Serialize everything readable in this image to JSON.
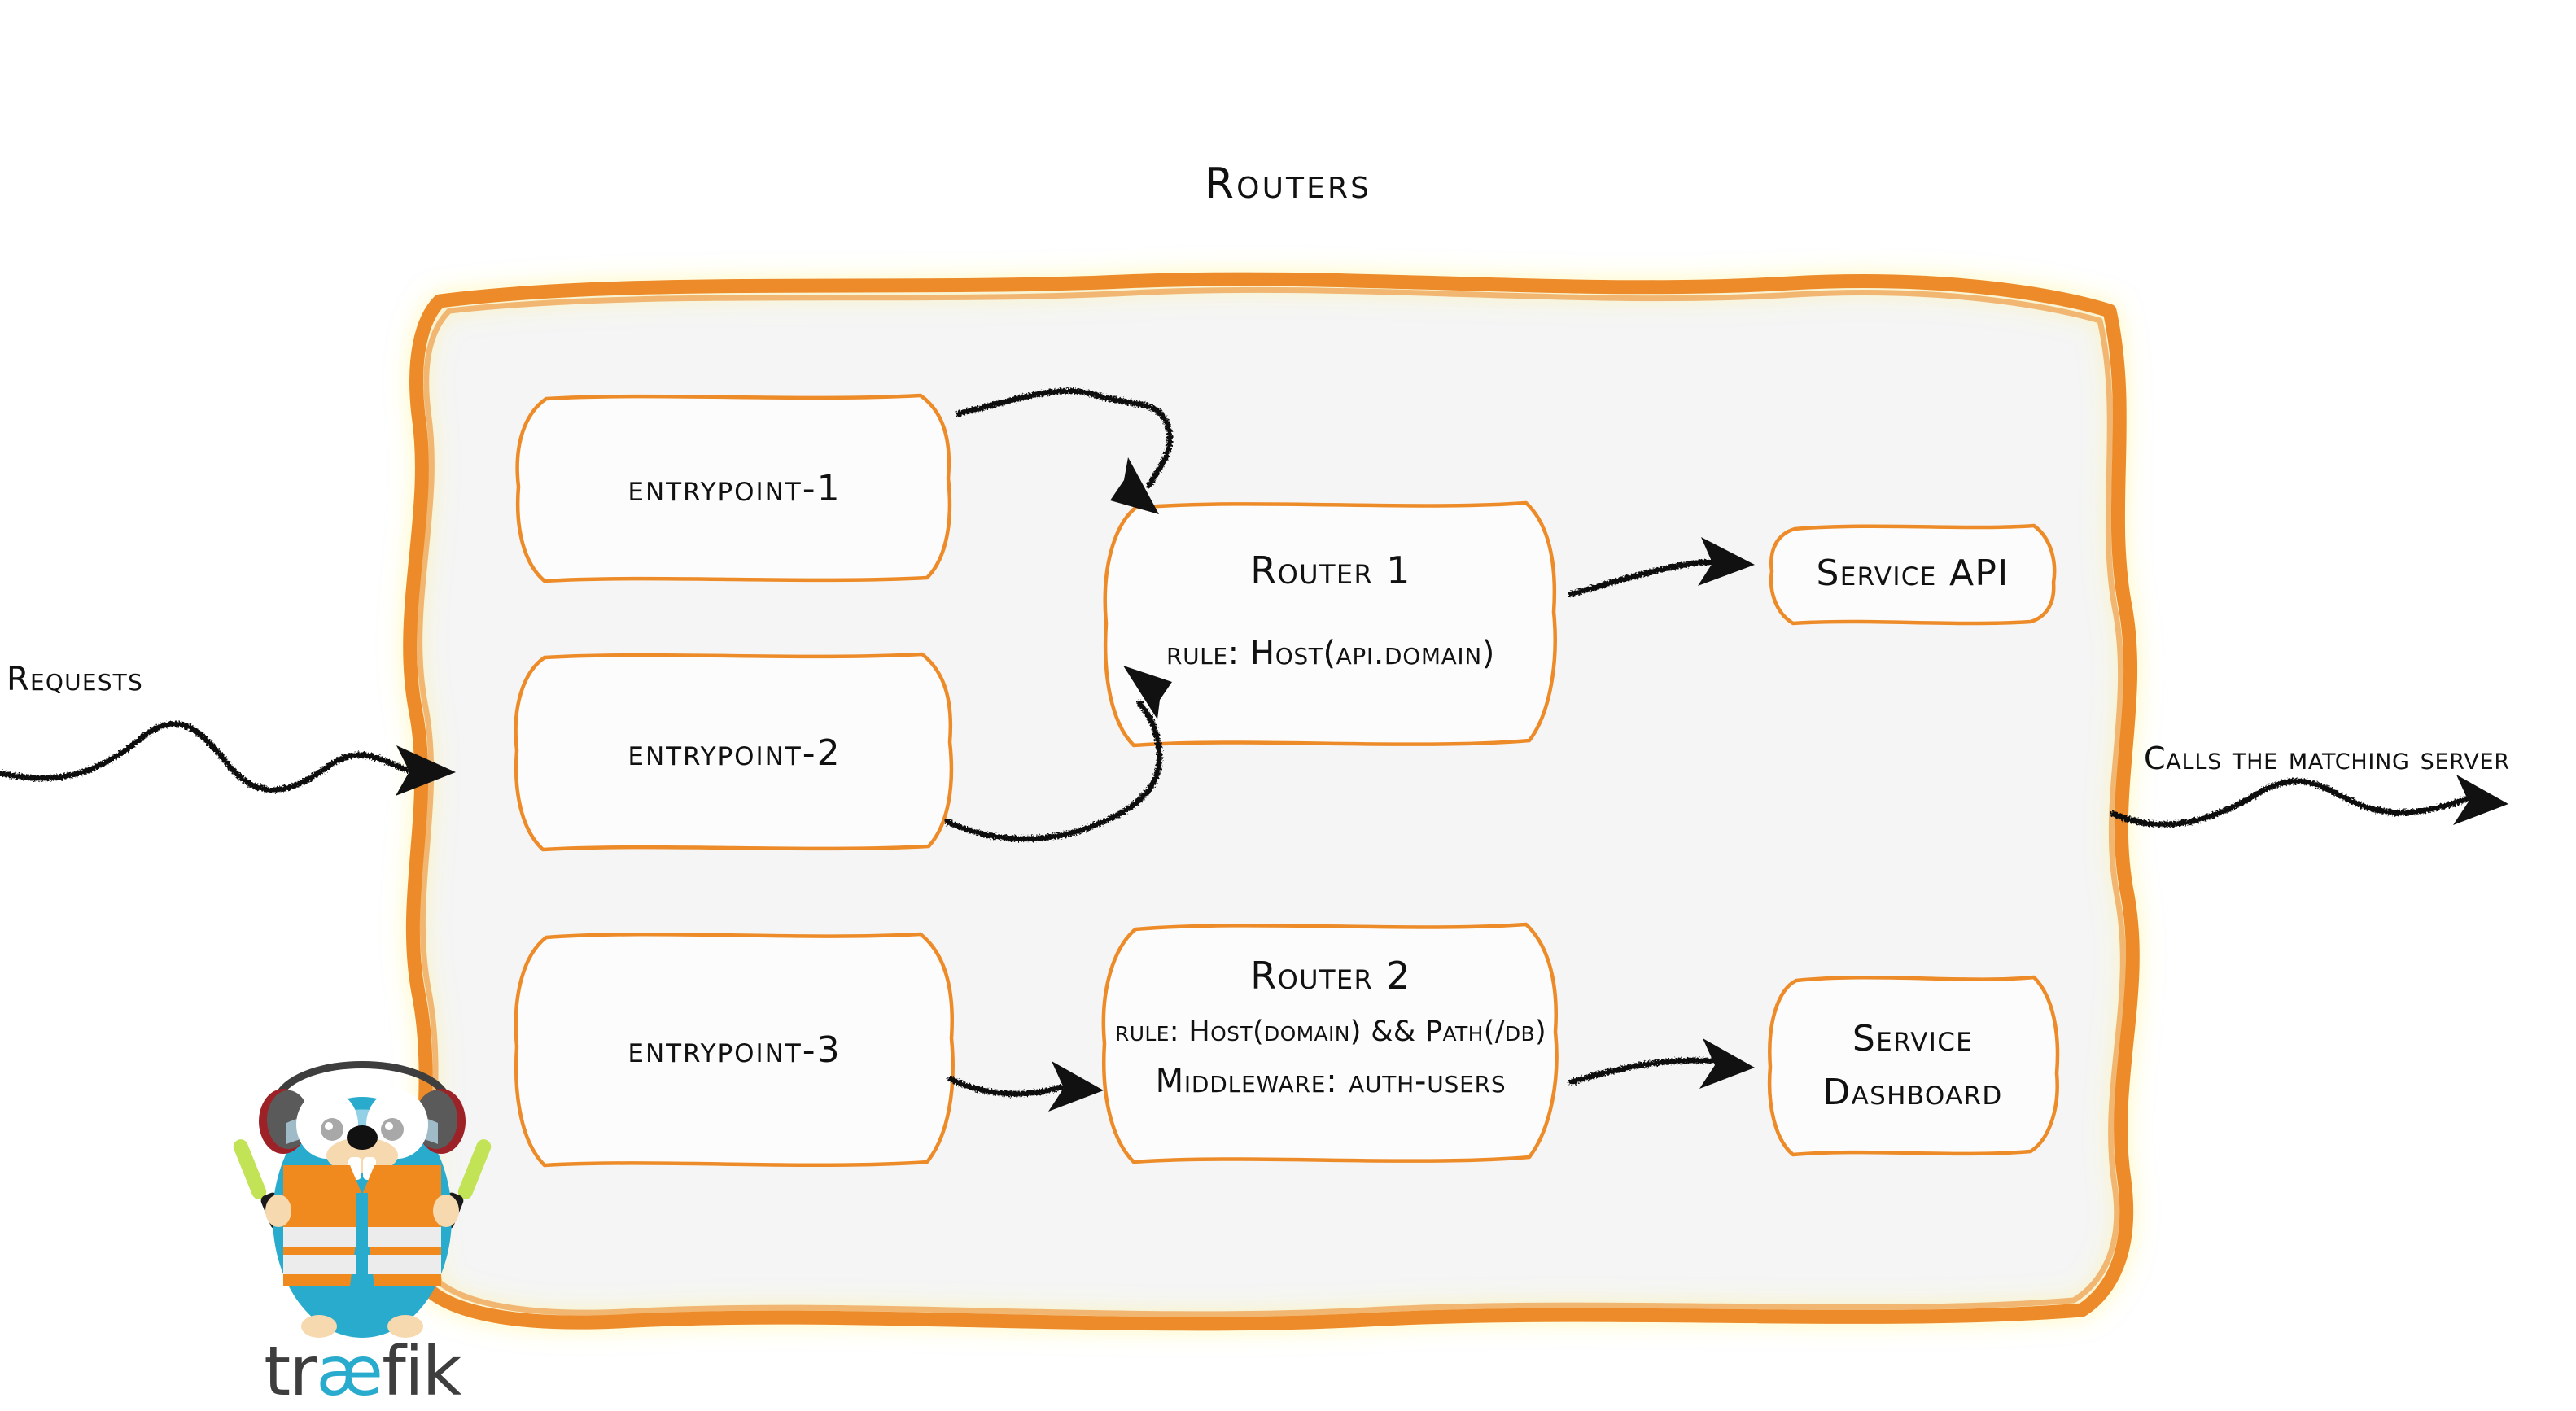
{
  "diagram": {
    "title": "Routers",
    "type": "traefik-routing-architecture",
    "accent_color": "#ED8B29",
    "container_fill": "#F5F5F5",
    "box_fill": "#FCFCFC",
    "text_color": "#111111"
  },
  "captions": {
    "left": "Requests",
    "right": "Calls the matching server"
  },
  "entrypoints": [
    {
      "label": "entrypoint-1"
    },
    {
      "label": "entrypoint-2"
    },
    {
      "label": "entrypoint-3"
    }
  ],
  "routers": [
    {
      "title": "Router 1",
      "rule": "rule: Host(api.domain)",
      "middleware": ""
    },
    {
      "title": "Router 2",
      "rule": "rule: Host(domain) && Path(/db)",
      "middleware": "Middleware: auth-users"
    }
  ],
  "services": [
    {
      "line1": "Service API",
      "line2": ""
    },
    {
      "line1": "Service",
      "line2": "Dashboard"
    }
  ],
  "logo": {
    "wordmark_prefix": "tr",
    "wordmark_ligature": "æ",
    "wordmark_suffix": "fik",
    "body_color": "#29ABCE",
    "vest_color": "#F08A1E",
    "wand_color": "#C3E356"
  }
}
